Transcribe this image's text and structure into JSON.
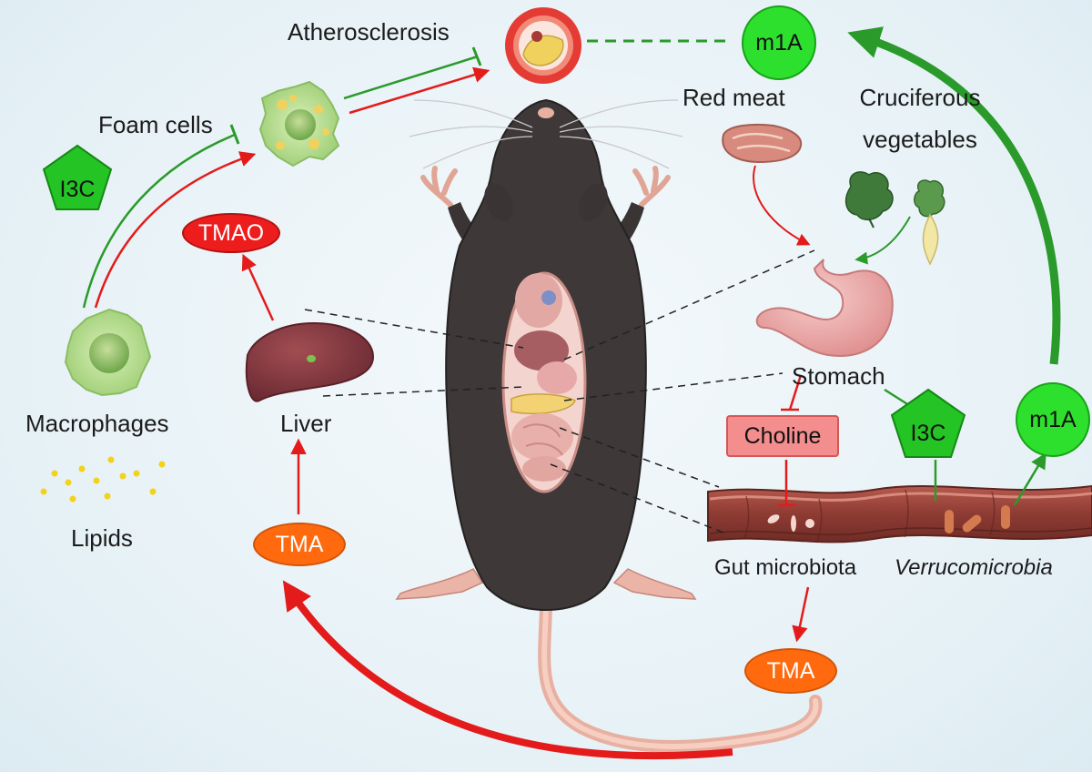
{
  "labels": {
    "atherosclerosis": "Atherosclerosis",
    "foam_cells": "Foam cells",
    "macrophages": "Macrophages",
    "lipids": "Lipids",
    "liver": "Liver",
    "red_meat": "Red meat",
    "cruciferous": "Cruciferous",
    "vegetables": "vegetables",
    "stomach": "Stomach",
    "gut_microbiota": "Gut microbiota",
    "verrucomicrobia": "Verrucomicrobia"
  },
  "badges": {
    "i3c_left": "I3C",
    "i3c_right": "I3C",
    "tmao": "TMAO",
    "tma_left": "TMA",
    "tma_bottom": "TMA",
    "choline": "Choline",
    "m1a_top": "m1A",
    "m1a_right": "m1A"
  },
  "colors": {
    "promote": "#e31b1b",
    "inhibit": "#2a9a2a",
    "tma": "#ff6a0e",
    "green_badge": "#2ee02e",
    "background": "#e6f1f6"
  }
}
